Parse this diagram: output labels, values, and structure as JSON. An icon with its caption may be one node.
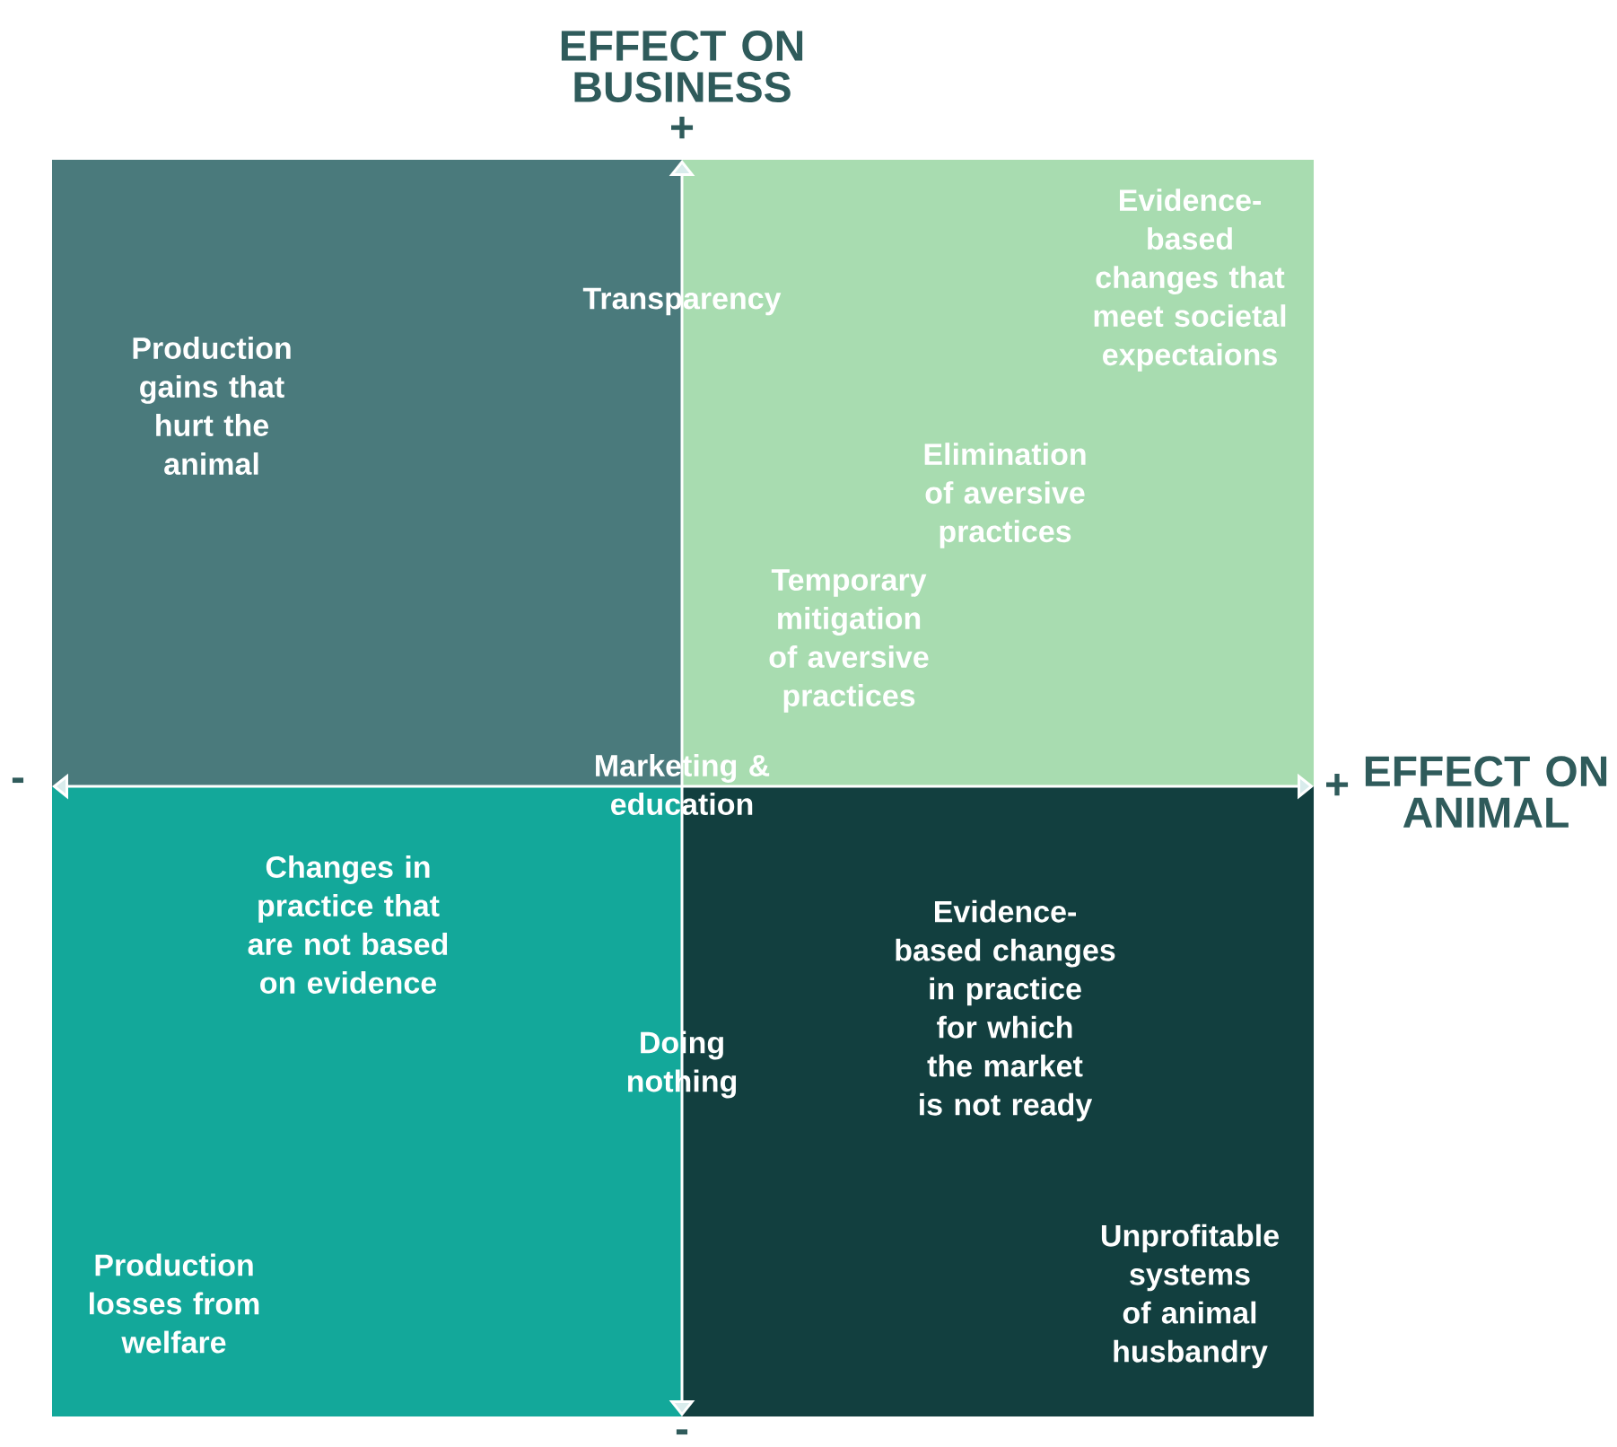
{
  "diagram": {
    "labels": [
      "EFFECT ON BUSINESS",
      "+",
      "Evidence-based changes that meet societal expectaions",
      "Transparency",
      "Production gains that hurt the animal",
      "Elimination of aversive practices",
      "Temporary mitigation of aversive practices",
      "-",
      "Marketing & education",
      "+",
      "EFFECT ON ANIMAL",
      "Changes in practice that are not based on evidence",
      "Evidence-based changes in practice for which the market is not ready",
      "Doing nothing",
      "Unprofitable systems of animal husbandry",
      "Production losses from welfare",
      "-"
    ]
  }
}
